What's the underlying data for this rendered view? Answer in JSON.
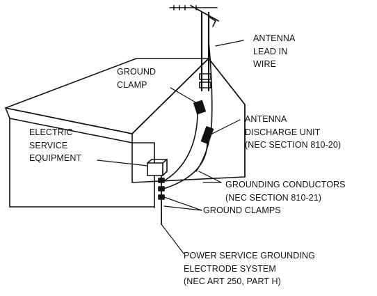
{
  "labels": {
    "antenna_lead_in": [
      "ANTENNA",
      "LEAD IN",
      "WIRE"
    ],
    "ground_clamp": [
      "GROUND",
      "CLAMP"
    ],
    "antenna_discharge": [
      "ANTENNA",
      "DISCHARGE UNIT",
      "(NEC SECTION 810-20)"
    ],
    "electric_service": [
      "ELECTRIC",
      "SERVICE",
      "EQUIPMENT"
    ],
    "grounding_conductors": [
      "GROUNDING CONDUCTORS",
      "(NEC SECTION 810-21)"
    ],
    "ground_clamps": "GROUND CLAMPS",
    "power_service": [
      "POWER SERVICE GROUNDING",
      "ELECTRODE SYSTEM",
      "(NEC ART 250, PART H)"
    ]
  },
  "colors": {
    "ink": "#111111",
    "background": "#ffffff"
  }
}
